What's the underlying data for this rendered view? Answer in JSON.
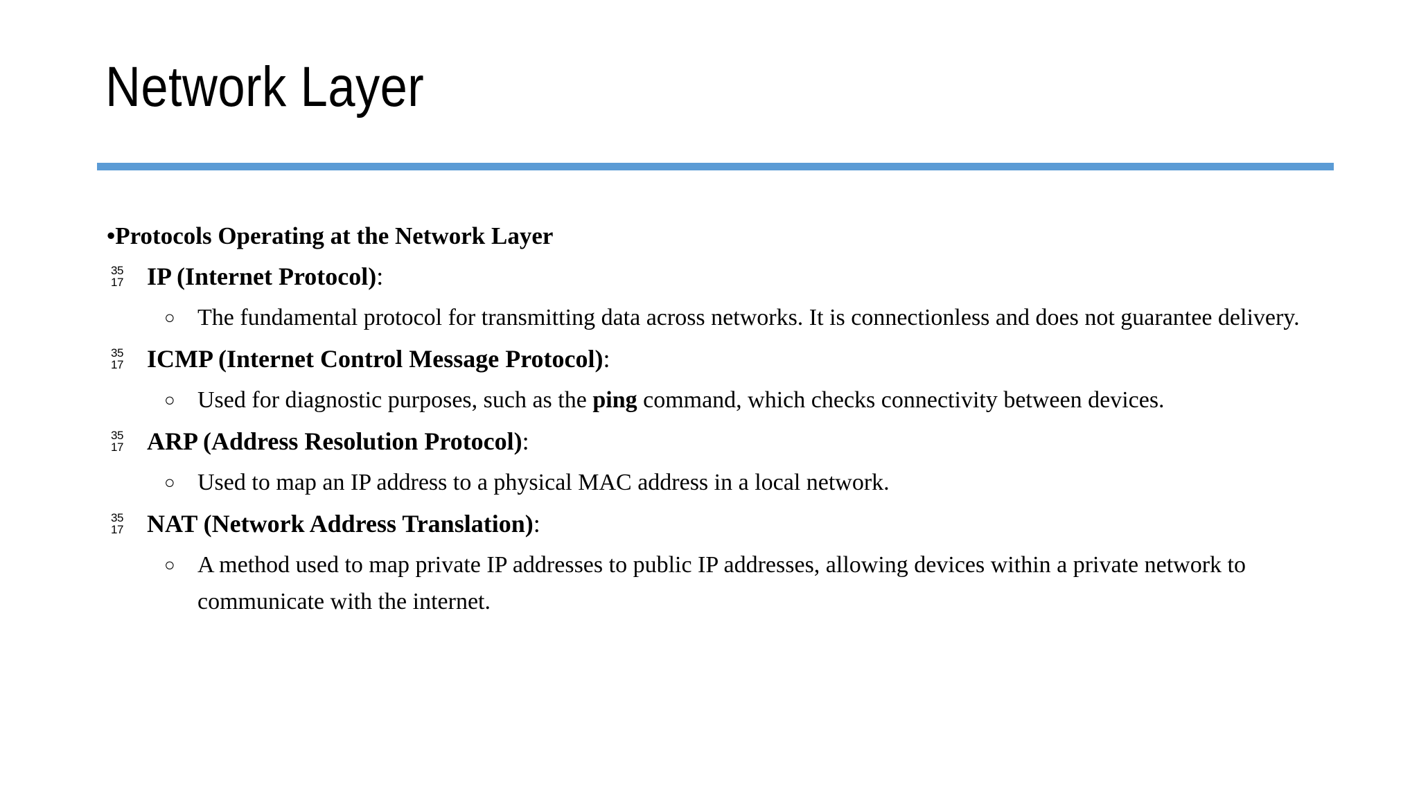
{
  "slide": {
    "title": "Network Layer",
    "accent_color": "#5B9BD5",
    "background_color": "#FFFFFF",
    "text_color": "#000000"
  },
  "bullets": {
    "dot_marker": "•",
    "ring_marker": "○",
    "tofu_top": "35",
    "tofu_bottom": "17"
  },
  "content": {
    "intro": "Protocols Operating at the Network Layer",
    "items": [
      {
        "heading": "IP (Internet Protocol)",
        "colon": ":",
        "detail_line_1": "The fundamental protocol for transmitting data across networks. It is connectionless and does not",
        "detail_line_2": "guarantee delivery."
      },
      {
        "heading": "ICMP (Internet Control Message Protocol)",
        "colon": ":",
        "detail_pre": "Used for diagnostic purposes, such as the ",
        "detail_bold": "ping",
        "detail_post": " command, which checks connectivity between devices."
      },
      {
        "heading": "ARP (Address Resolution Protocol)",
        "colon": ":",
        "detail_line_1": "Used to map an IP address to a physical MAC address in a local network."
      },
      {
        "heading": "NAT (Network Address Translation)",
        "colon": ":",
        "detail_line_1": "A method used to map private IP addresses to public IP addresses, allowing devices within a private",
        "detail_line_2": "network to communicate with the internet."
      }
    ]
  }
}
